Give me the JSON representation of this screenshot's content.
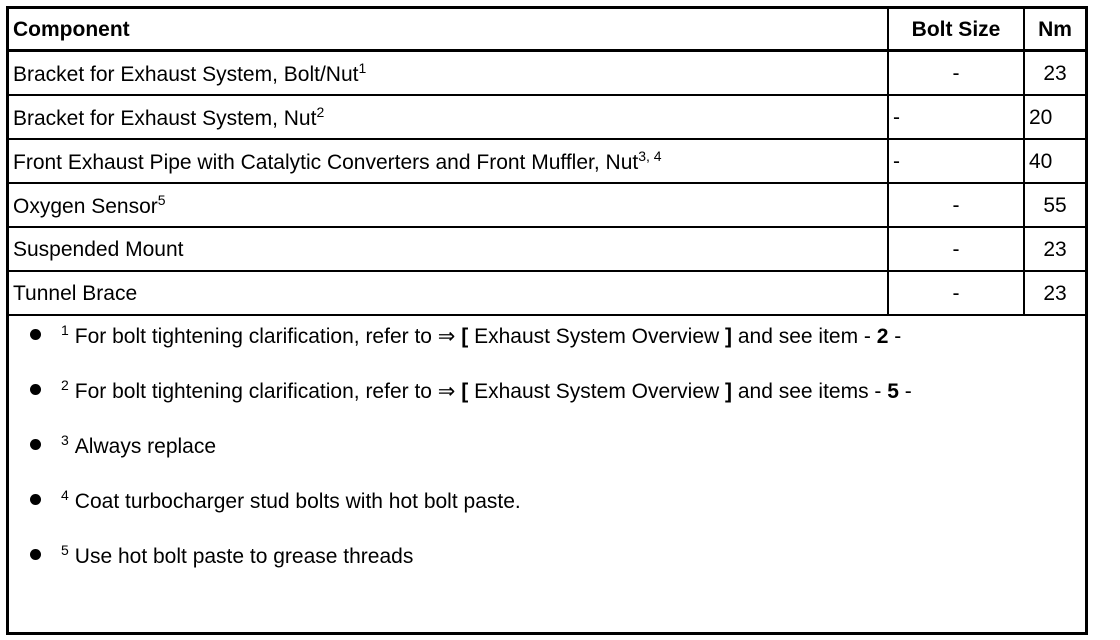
{
  "table": {
    "headers": [
      "Component",
      "Bolt Size",
      "Nm"
    ],
    "rows": [
      {
        "component": "Bracket for Exhaust System, Bolt/Nut",
        "sup": "1",
        "bolt_size": "-",
        "nm": "23",
        "bolt_align": "center",
        "nm_align": "center"
      },
      {
        "component": "Bracket for Exhaust System, Nut",
        "sup": "2",
        "bolt_size": "-",
        "nm": "20",
        "bolt_align": "left",
        "nm_align": "left"
      },
      {
        "component": "Front Exhaust Pipe with Catalytic Converters and Front Muffler, Nut",
        "sup": "3, 4",
        "bolt_size": "-",
        "nm": "40",
        "bolt_align": "left",
        "nm_align": "left"
      },
      {
        "component": "Oxygen Sensor",
        "sup": "5",
        "bolt_size": "-",
        "nm": "55",
        "bolt_align": "center",
        "nm_align": "center"
      },
      {
        "component": "Suspended Mount",
        "sup": "",
        "bolt_size": "-",
        "nm": "23",
        "bolt_align": "center",
        "nm_align": "center"
      },
      {
        "component": "Tunnel Brace",
        "sup": "",
        "bolt_size": "-",
        "nm": "23",
        "bolt_align": "center",
        "nm_align": "center"
      }
    ]
  },
  "notes": [
    {
      "num": "1",
      "pre": "For bolt tightening clarification, refer to ⇒ ",
      "link_open": "[",
      "link": " Exhaust System Overview ",
      "link_close": "]",
      "mid": " and see item - ",
      "bold": "2",
      "post": " -"
    },
    {
      "num": "2",
      "pre": "For bolt tightening clarification, refer to ⇒ ",
      "link_open": "[",
      "link": " Exhaust System Overview ",
      "link_close": "]",
      "mid": " and see items - ",
      "bold": "5",
      "post": " -"
    },
    {
      "num": "3",
      "text": "Always replace"
    },
    {
      "num": "4",
      "text": "Coat turbocharger stud bolts with hot bolt paste."
    },
    {
      "num": "5",
      "text": "Use hot bolt paste to grease threads"
    }
  ]
}
